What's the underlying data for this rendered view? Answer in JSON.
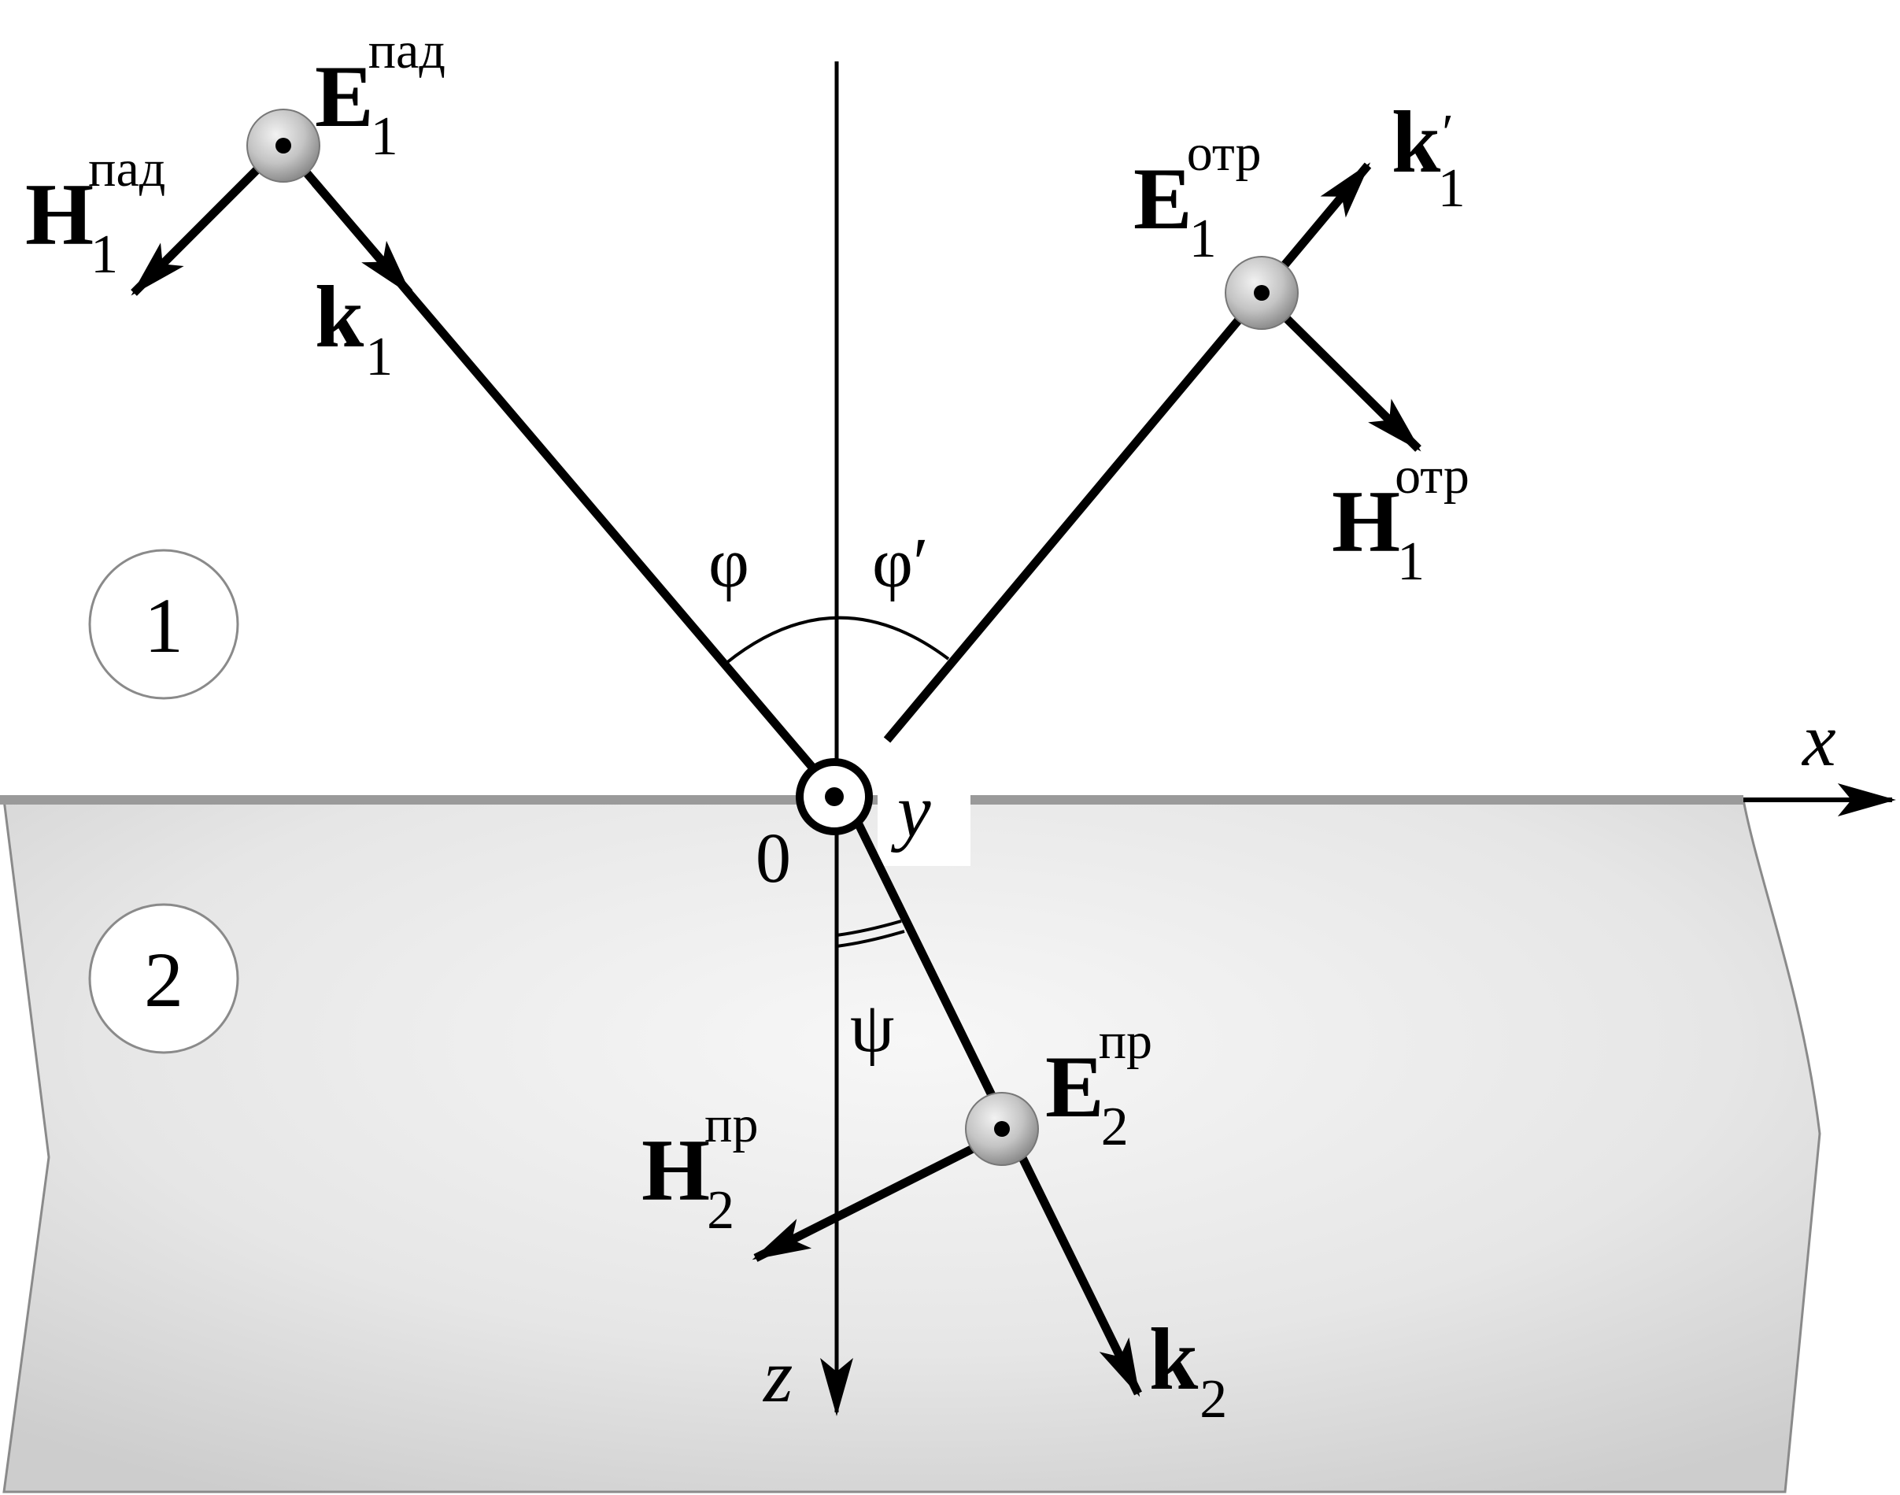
{
  "regions": [
    {
      "label": "1"
    },
    {
      "label": "2"
    }
  ],
  "axes": {
    "x": "x",
    "y": "y",
    "z": "z",
    "origin": "0"
  },
  "angles": {
    "incidence": "φ",
    "reflection": "φ′",
    "refraction": "ψ"
  },
  "incident_wave": {
    "E": {
      "base": "E",
      "sub": "1",
      "sup": "пад"
    },
    "H": {
      "base": "H",
      "sub": "1",
      "sup": "пад"
    },
    "k": {
      "base": "k",
      "sub": "1"
    }
  },
  "reflected_wave": {
    "E": {
      "base": "E",
      "sub": "1",
      "sup": "отр"
    },
    "H": {
      "base": "H",
      "sub": "1",
      "sup": "отр"
    },
    "k": {
      "base": "k",
      "sub": "1",
      "prime": "′"
    }
  },
  "refracted_wave": {
    "E": {
      "base": "E",
      "sub": "2",
      "sup": "пр"
    },
    "H": {
      "base": "H",
      "sub": "2",
      "sup": "пр"
    },
    "k": {
      "base": "k",
      "sub": "2"
    }
  },
  "colors": {
    "stroke": "#000000",
    "medium2_fill_light": "#f6f6f6",
    "medium2_fill_dark": "#cfcfcf",
    "interface": "#9a9a9a"
  }
}
